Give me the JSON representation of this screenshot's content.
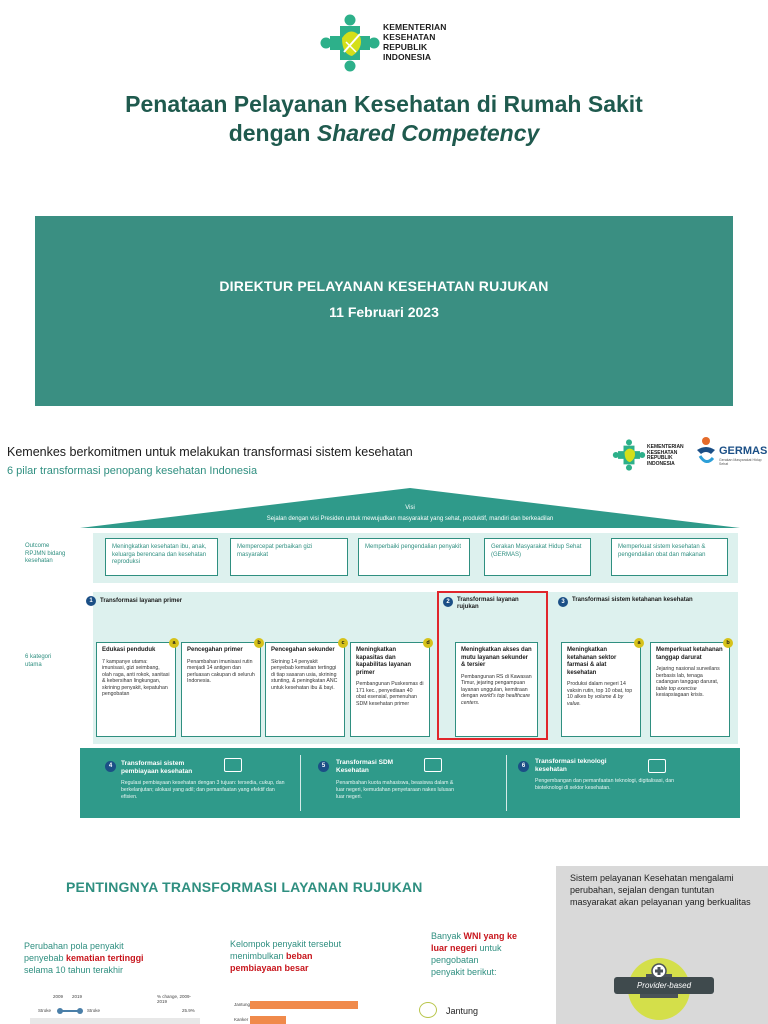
{
  "slide1": {
    "logo_lines": [
      "KEMENTERIAN",
      "KESEHATAN",
      "REPUBLIK",
      "INDONESIA"
    ],
    "title_line1": "Penataan Pelayanan Kesehatan di Rumah Sakit",
    "title_line2_prefix": "dengan ",
    "title_line2_italic": "Shared Competency",
    "banner_line1": "DIREKTUR PELAYANAN KESEHATAN RUJUKAN",
    "banner_line2": "11 Februari 2023",
    "colors": {
      "primary": "#1f5a4e",
      "banner": "#3a8f82",
      "logo_green": "#2db08a",
      "logo_yellow": "#d4df1a"
    }
  },
  "slide2": {
    "heading": "Kemenkes berkomitmen untuk melakukan transformasi sistem kesehatan",
    "subheading": "6 pilar transformasi penopang kesehatan Indonesia",
    "logo_small_lines": [
      "KEMENTERIAN",
      "KESEHATAN",
      "REPUBLIK",
      "INDONESIA"
    ],
    "germas": "GERMAS",
    "germas_sub": "Gerakan Masyarakat Hidup Sehat",
    "visi_label": "Visi",
    "visi_text": "Sejalan dengan visi Presiden untuk mewujudkan masyarakat yang sehat, produktif, mandiri dan berkeadilan",
    "side_outcome": [
      "Outcome",
      "RPJMN bidang",
      "kesehatan"
    ],
    "side_kategori": [
      "6 kategori",
      "utama"
    ],
    "outcomes": [
      "Meningkatkan kesehatan ibu, anak, keluarga berencana dan kesehatan reproduksi",
      "Mempercepat perbaikan gizi masyarakat",
      "Memperbaiki pengendalian penyakit",
      "Gerakan Masyarakat Hidup Sehat (GERMAS)",
      "Memperkuat sistem kesehatan & pengendalian obat dan makanan"
    ],
    "pillars": {
      "p1": {
        "num": "1",
        "title": "Transformasi layanan primer"
      },
      "p2": {
        "num": "2",
        "title": "Transformasi layanan rujukan"
      },
      "p3": {
        "num": "3",
        "title": "Transformasi sistem ketahanan kesehatan"
      }
    },
    "cards": [
      {
        "tag": "a",
        "title": "Edukasi penduduk",
        "body": "7 kampanye utama: imunisasi, gizi seimbang, olah raga, anti rokok, sanitasi & kebersihan lingkungan, skrining penyakit, kepatuhan pengobatan"
      },
      {
        "tag": "b",
        "title": "Pencegahan primer",
        "body": "Penambahan imunisasi rutin menjadi 14 antigen dan perluasan cakupan di seluruh Indonesia."
      },
      {
        "tag": "c",
        "title": "Pencegahan sekunder",
        "body": "Skrining 14 penyakit penyebab kematian tertinggi di tiap sasaran usia, skrining stunting, & peningkatan ANC untuk kesehatan ibu & bayi."
      },
      {
        "tag": "d",
        "title": "Meningkatkan kapasitas dan kapabilitas layanan primer",
        "body": "Pembangunan Puskesmas di 171 kec., penyediaan 40 obat esensial, pemenuhan SDM kesehatan primer"
      },
      {
        "tag": "",
        "title": "Meningkatkan akses dan mutu layanan sekunder & tersier",
        "body": "Pembangunan RS di Kawasan Timur, jejaring pengampuan layanan unggulan, kemitraan dengan ",
        "body_italic": "world's top healthcare centers."
      },
      {
        "tag": "a",
        "title": "Meningkatkan ketahanan sektor farmasi & alat kesehatan",
        "body": "Produksi dalam negeri 14 vaksin rutin, top 10 obat, top 10 alkes by ",
        "body_italic": "volume & by value."
      },
      {
        "tag": "b",
        "title": "Memperkuat ketahanan tanggap darurat",
        "body": "Jejaring nasional surveilans berbasis lab, tenaga cadangan tanggap darurat, ",
        "body_italic": "table top exercise",
        "body_tail": " kesiapsiagaan krisis."
      }
    ],
    "bottom": [
      {
        "num": "4",
        "title": "Transformasi sistem pembiayaan kesehatan",
        "body": "Regulasi pembiayaan kesehatan dengan 3 tujuan: tersedia, cukup, dan berkelanjutan; alokasi yang adil; dan pemanfaatan yang efektif dan efisien."
      },
      {
        "num": "5",
        "title": "Transformasi SDM Kesehatan",
        "body": "Penambahan kuota mahasiswa, beasiswa dalam & luar negeri, kemudahan penyetaraan nakes lulusan luar negeri."
      },
      {
        "num": "6",
        "title": "Transformasi teknologi kesehatan",
        "body": "Pengembangan dan pemanfaatan teknologi, digitalisasi, dan bioteknologi di sektor kesehatan."
      }
    ]
  },
  "slide3": {
    "title": "PENTINGNYA TRANSFORMASI LAYANAN RUJUKAN",
    "left_1": "Perubahan pola penyakit",
    "left_2a": "penyebab ",
    "left_2b": "kematian tertinggi",
    "left_3": "selama 10 tahun terakhir",
    "mid_1": "Kelompok penyakit tersebut",
    "mid_2a": "menimbulkan ",
    "mid_2b": "beban",
    "mid_3": "pembiayaan besar",
    "right_1a": "Banyak ",
    "right_1b": "WNI yang ke",
    "right_2a": "luar negeri",
    "right_2b": " untuk",
    "right_3": "pengobatan",
    "right_4": "penyakit berikut:",
    "jantung": "Jantung",
    "gray_text": "Sistem pelayanan Kesehatan mengalami perubahan, sejalan dengan tuntutan masyarakat akan pelayanan yang berkualitas",
    "provider": "Provider-based",
    "mini_chart": {
      "col1": "2009",
      "col2": "2019",
      "col3": "% change, 2009-2019",
      "row_left": "Stroke",
      "row_right": "Stroke",
      "value": "25.9%"
    },
    "cost_rows": [
      "Jantung",
      "Kanker"
    ]
  }
}
